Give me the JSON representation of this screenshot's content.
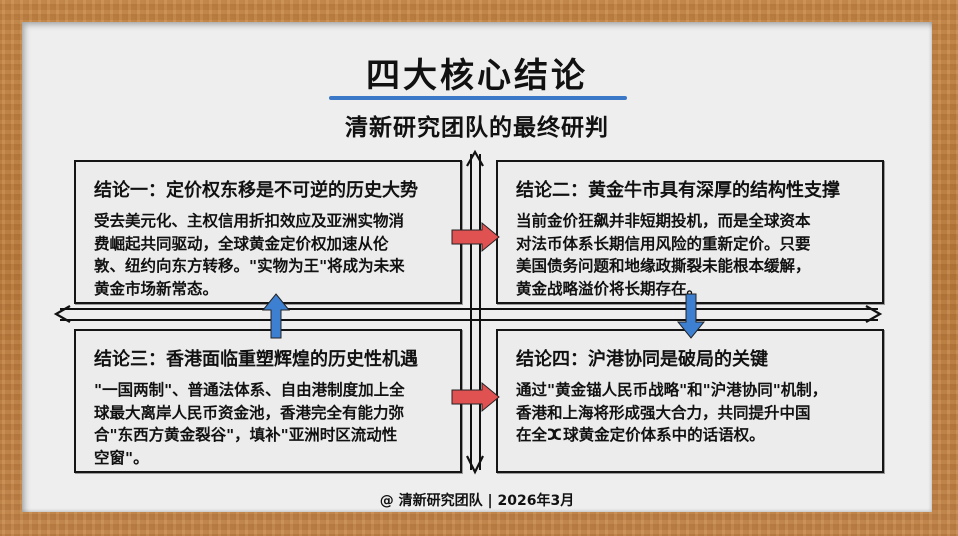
{
  "header": {
    "title": "四大核心结论",
    "subtitle": "清新研究团队的最终研判"
  },
  "cards": [
    {
      "title": "结论一：定价权东移是不可逆的历史大势",
      "lines": [
        "受去美元化、主权信用折扣效应及亚洲实物消",
        "费崛起共同驱动，全球黄金定价权加速从伦",
        "敦、纽约向东方转移。\"实物为王\"将成为未来",
        "黄金市场新常态。"
      ]
    },
    {
      "title": "结论二：黄金牛市具有深厚的结构性支撑",
      "lines": [
        "当前金价狂飙并非短期投机，而是全球资本",
        "对法币体系长期信用风险的重新定价。只要",
        "美国债务问题和地缘政撕裂未能根本缓解，",
        "黄金战略溢价将长期存在。"
      ]
    },
    {
      "title": "结论三：香港面临重塑辉煌的历史性机遇",
      "lines": [
        "\"一国两制\"、普通法体系、自由港制度加上全",
        "球最大离岸人民币资金池，香港完全有能力弥",
        "合\"东西方黄金裂谷\"，填补\"亚洲时区流动性",
        "空窗\"。"
      ]
    },
    {
      "title": "结论四：沪港协同是破局的关键",
      "lines": [
        "通过\"黄金锚人民币战略\"和\"沪港协同\"机制，",
        "香港和上海将形成强大合力，共同提升中国",
        "在全ⵋ球黄金定价体系中的话语权。"
      ]
    }
  ],
  "arrows": {
    "red_color": "#e05252",
    "blue_color": "#3d7fd0",
    "accent_underline": "#3b78c8"
  },
  "footer": {
    "text": "@ 清新研究团队 | 2026年3月"
  }
}
